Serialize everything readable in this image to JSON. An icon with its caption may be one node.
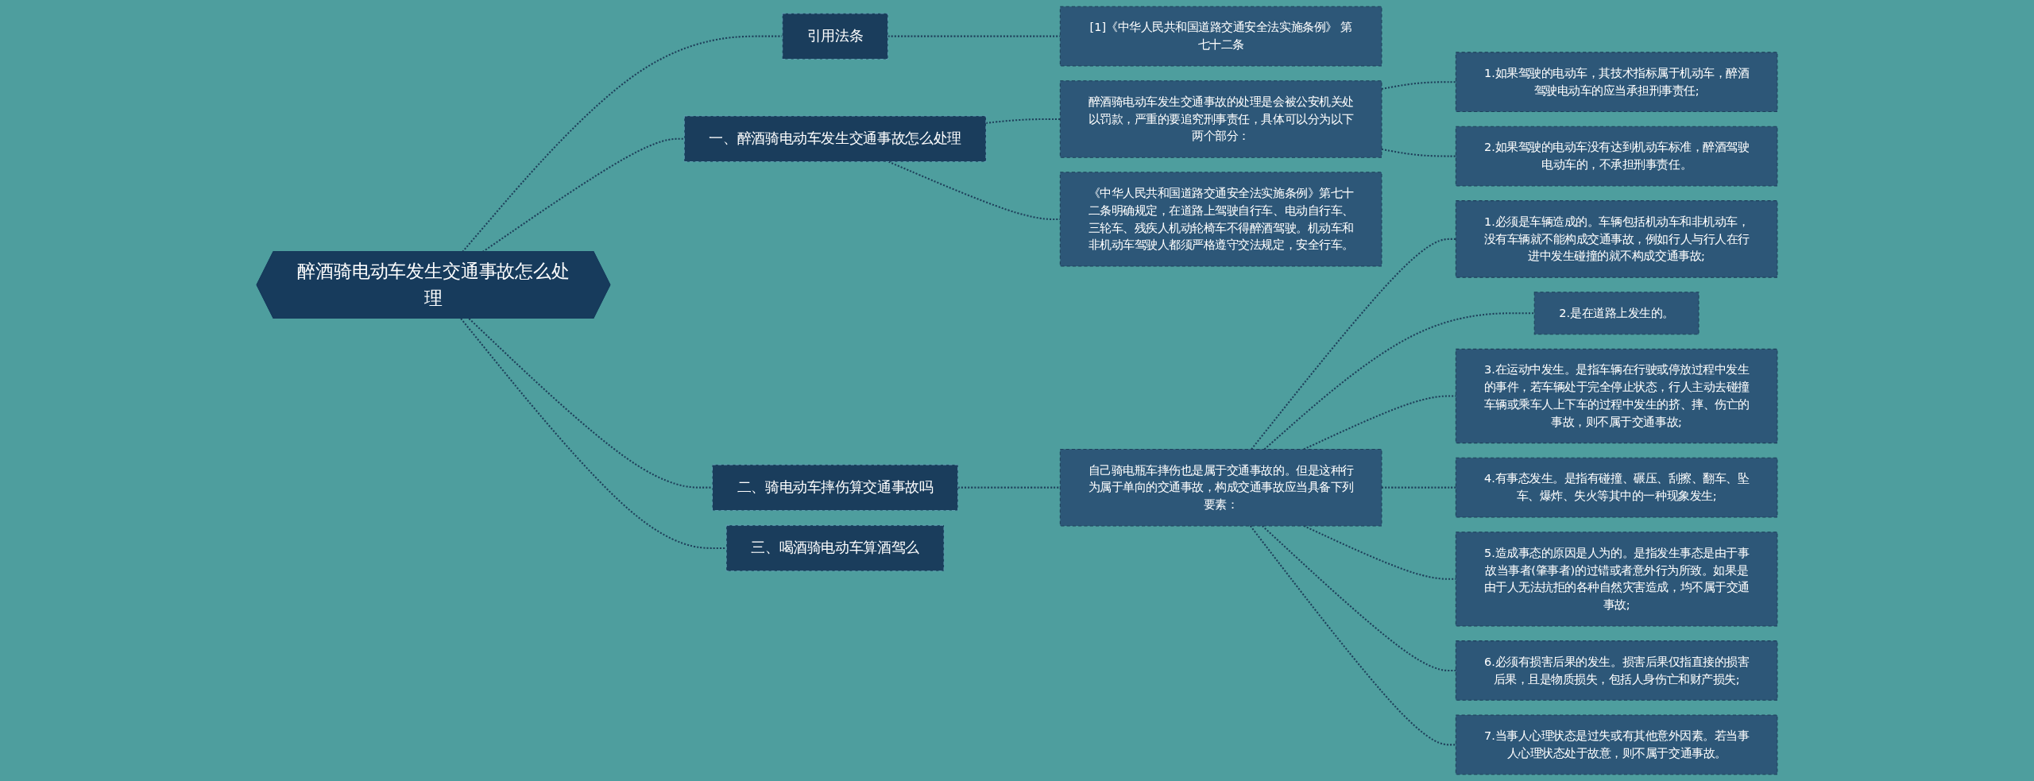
{
  "diagram": {
    "nodes": [
      {
        "text": [
          "醉酒骑电动车发生交通事故怎么处理"
        ]
      },
      {
        "text": [
          "一、醉酒骑电动车发生交通事故怎么处理"
        ]
      },
      {
        "text": [
          "醉酒骑电动车发生交通事故的处理是会被公安机关处以罚款，严重的要追究刑事责任，具体可以分为以下两个部分："
        ]
      },
      {
        "text": [
          "1.如果驾驶的电动车，其技术指标属于机动车，醉酒驾驶电动车的应当承担刑事责任;"
        ]
      },
      {
        "text": [
          "2.如果驾驶的电动车没有达到机动车标准，醉酒驾驶电动车的，不承担刑事责任。"
        ]
      },
      {
        "text": [
          "《中华人民共和国道路交通安全法实施条例》第七十二条明确规定，在道路上驾驶自行车、电动自行车、三轮车、残疾人机动轮椅车不得醉酒驾驶。机动车和非机动车驾驶人都须严格遵守交法规定，安全行车。"
        ]
      },
      {
        "text": [
          "二、骑电动车摔伤算交通事故吗"
        ]
      },
      {
        "text": [
          "自己骑电瓶车摔伤也是属于交通事故的。但是这种行为属于单向的交通事故，构成交通事故应当具备下列要素："
        ]
      },
      {
        "text": [
          "1.必须是车辆造成的。车辆包括机动车和非机动车，没有车辆就不能构成交通事故，例如行人与行人在行进中发生碰撞的就不构成交通事故;"
        ]
      },
      {
        "text": [
          "2.是在道路上发生的。"
        ]
      },
      {
        "text": [
          "3.在运动中发生。是指车辆在行驶或停放过程中发生的事件，若车辆处于完全停止状态，行人主动去碰撞车辆或乘车人上下车的过程中发生的挤、摔、伤亡的事故，则不属于交通事故;"
        ]
      },
      {
        "text": [
          "4.有事态发生。是指有碰撞、碾压、刮擦、翻车、坠车、爆炸、失火等其中的一种现象发生;"
        ]
      },
      {
        "text": [
          "5.造成事态的原因是人为的。是指发生事态是由于事故当事者(肇事者)的过错或者意外行为所致。如果是由于人无法抗拒的各种自然灾害造成，均不属于交通事故;"
        ]
      },
      {
        "text": [
          "6.必须有损害后果的发生。损害后果仅指直接的损害后果，且是物质损失，包括人身伤亡和财产损失;"
        ]
      },
      {
        "text": [
          "7.当事人心理状态是过失或有其他意外因素。若当事人心理状态处于故意，则不属于交通事故。"
        ]
      },
      {
        "text": [
          "三、喝酒骑电动车算酒驾么"
        ]
      },
      {
        "text": [
          "引用法条"
        ]
      },
      {
        "text": [
          "[1]《中华人民共和国道路交通安全法实施条例》 第七十二条"
        ]
      }
    ],
    "edges": [
      {
        "from": 0,
        "to": 1,
        "arrow": "none",
        "style": "dashed"
      },
      {
        "from": 1,
        "to": 2,
        "arrow": "none",
        "style": "dashed"
      },
      {
        "from": 2,
        "to": 3,
        "arrow": "none",
        "style": "dashed"
      },
      {
        "from": 2,
        "to": 4,
        "arrow": "none",
        "style": "dashed"
      },
      {
        "from": 1,
        "to": 5,
        "arrow": "none",
        "style": "dashed"
      },
      {
        "from": 0,
        "to": 6,
        "arrow": "none",
        "style": "dashed"
      },
      {
        "from": 6,
        "to": 7,
        "arrow": "none",
        "style": "dashed"
      },
      {
        "from": 7,
        "to": 8,
        "arrow": "none",
        "style": "dashed"
      },
      {
        "from": 7,
        "to": 9,
        "arrow": "none",
        "style": "dashed"
      },
      {
        "from": 7,
        "to": 10,
        "arrow": "none",
        "style": "dashed"
      },
      {
        "from": 7,
        "to": 11,
        "arrow": "none",
        "style": "dashed"
      },
      {
        "from": 7,
        "to": 12,
        "arrow": "none",
        "style": "dashed"
      },
      {
        "from": 7,
        "to": 13,
        "arrow": "none",
        "style": "dashed"
      },
      {
        "from": 7,
        "to": 14,
        "arrow": "none",
        "style": "dashed"
      },
      {
        "from": 0,
        "to": 15,
        "arrow": "none",
        "style": "dashed"
      },
      {
        "from": 0,
        "to": 16,
        "arrow": "none",
        "style": "dashed"
      },
      {
        "from": 16,
        "to": 17,
        "arrow": "none",
        "style": "dashed"
      }
    ]
  }
}
